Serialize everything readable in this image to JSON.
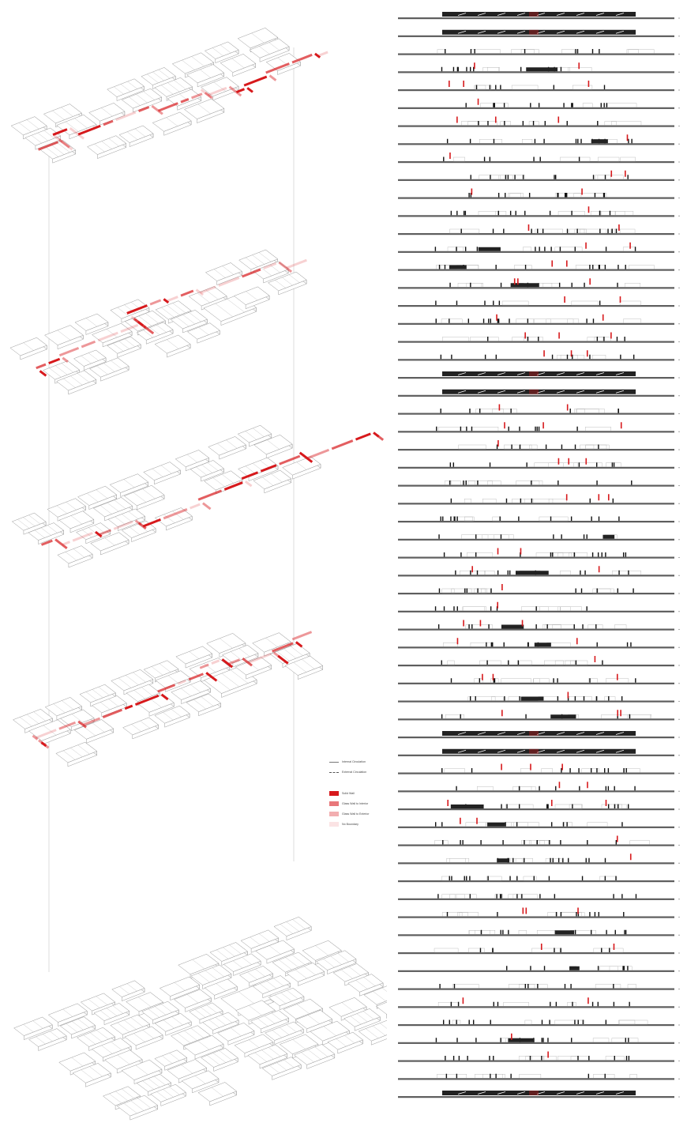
{
  "legend": {
    "circulation": [
      {
        "label": "Internal Circulation",
        "style": "solid"
      },
      {
        "label": "External Circulation",
        "style": "dashed"
      }
    ],
    "boundaries": [
      {
        "label": "Solid Wall",
        "color": "#d7191c"
      },
      {
        "label": "Glass Wall to Interior",
        "color": "#e8777a"
      },
      {
        "label": "Glass Wall to Exterior",
        "color": "#f2aeb0"
      },
      {
        "label": "No Boundary",
        "color": "#fbe3e4"
      }
    ]
  },
  "colors": {
    "accent_red": "#d7191c",
    "wall_outline": "#9a9a9a",
    "strip_ground": "#5e5e5e",
    "dark_fill": "#222222"
  },
  "diagram": {
    "axon_levels": 5,
    "section_strips": 61,
    "heavy_strips": [
      0,
      1,
      20,
      21,
      40,
      41,
      60
    ]
  }
}
